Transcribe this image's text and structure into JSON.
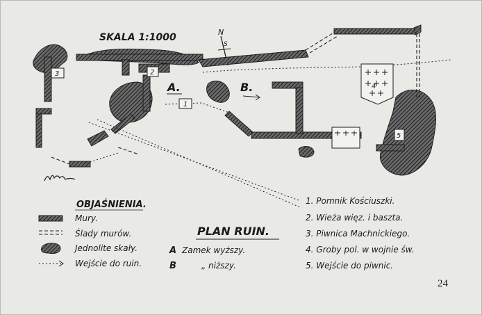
{
  "map": {
    "scale_label": "SKALA 1:1000",
    "north_label": "N",
    "south_label": "S",
    "zone_a": "A.",
    "zone_b": "B.",
    "plan_title": "PLAN RUIN.",
    "site_numbers": [
      "1",
      "2",
      "3",
      "4",
      "5"
    ],
    "legend": {
      "title": "OBJAŚNIENIA.",
      "items": [
        {
          "symbol": "wall-solid",
          "label": "Mury."
        },
        {
          "symbol": "wall-traces",
          "label": "Ślady murów."
        },
        {
          "symbol": "rock",
          "label": "Jednolite skały."
        },
        {
          "symbol": "entrance-arrow",
          "label": "Wejście do ruin."
        }
      ]
    },
    "zones_key": [
      {
        "letter": "A",
        "text": "Zamek wyższy."
      },
      {
        "letter": "B",
        "text": "„ niższy."
      }
    ],
    "numbered_key": [
      "1. Pomnik Kościuszki.",
      "2. Wieża więz. i baszta.",
      "3. Piwnica Machnickiego.",
      "4. Groby pol. w wojnie św.",
      "5. Wejście do piwnic."
    ],
    "page_number": "24",
    "ink_color": "#1f1f1f",
    "paper_color": "#e9e9e6"
  }
}
